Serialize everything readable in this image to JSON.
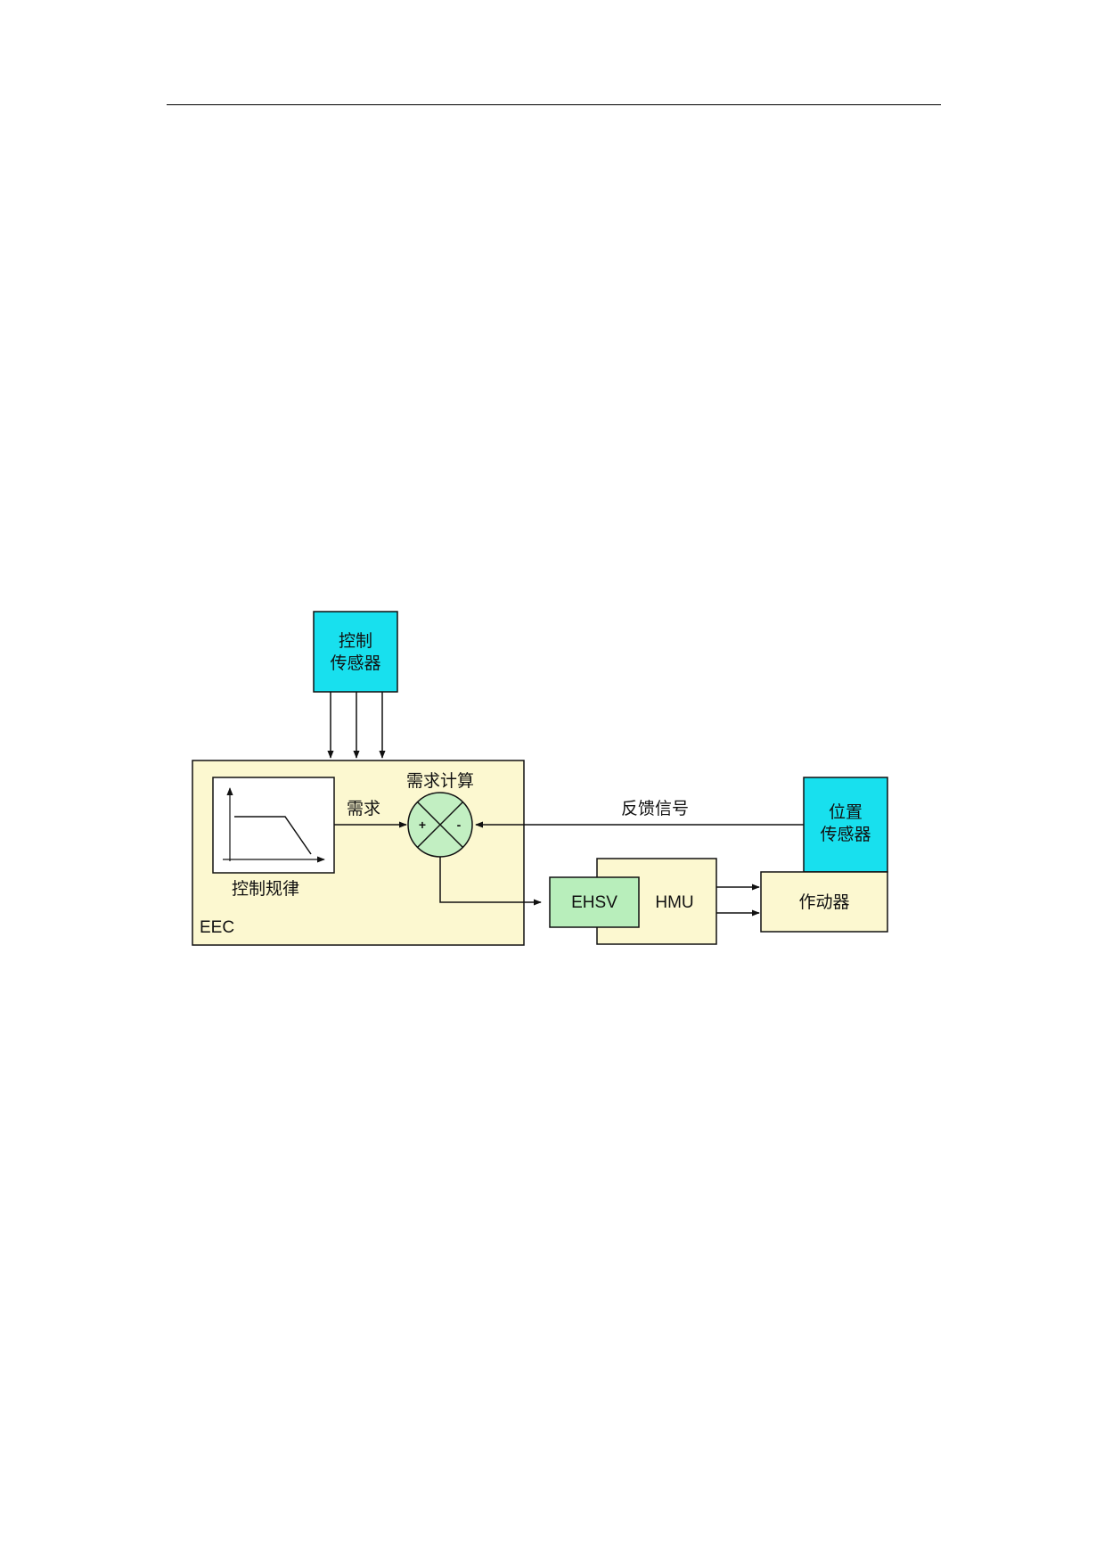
{
  "page": {
    "background": "#ffffff"
  },
  "diagram": {
    "control_sensor": {
      "line1": "控制",
      "line2": "传感器"
    },
    "eec": {
      "label": "EEC"
    },
    "control_law": {
      "label": "控制规律"
    },
    "demand_arrow": {
      "label": "需求"
    },
    "demand_calc": {
      "label": "需求计算",
      "plus": "+",
      "minus": "-"
    },
    "feedback": {
      "label": "反馈信号"
    },
    "position_sensor": {
      "line1": "位置",
      "line2": "传感器"
    },
    "ehsv": {
      "label": "EHSV"
    },
    "hmu": {
      "label": "HMU"
    },
    "actuator": {
      "label": "作动器"
    },
    "colors": {
      "sensor_fill": "#18e0ee",
      "block_fill": "#fcf8d0",
      "ehsv_fill": "#b8eebb",
      "summing_fill": "#c2efc2",
      "stroke": "#111111"
    },
    "icons": [
      "arrow-head",
      "summing-junction",
      "graph-axes"
    ]
  }
}
